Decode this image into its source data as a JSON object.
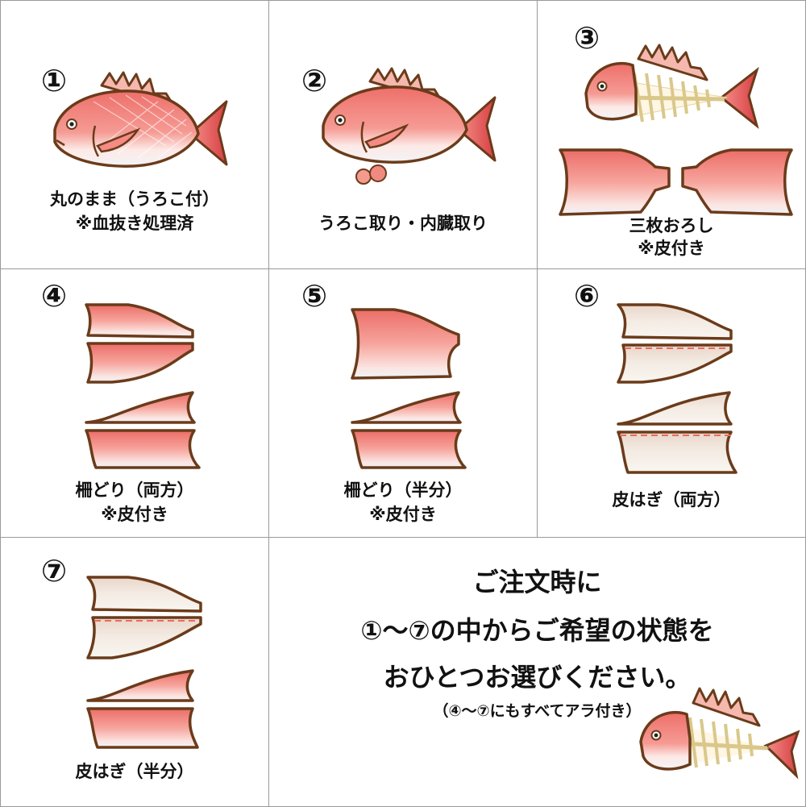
{
  "panels": [
    {
      "num": "①",
      "cap1": "丸のまま（うろこ付）",
      "cap2": "※血抜き処理済"
    },
    {
      "num": "②",
      "cap1": "うろこ取り・内臓取り",
      "cap2": ""
    },
    {
      "num": "③",
      "cap1": "三枚おろし",
      "cap2": "※皮付き"
    },
    {
      "num": "④",
      "cap1": "柵どり（両方）",
      "cap2": "※皮付き"
    },
    {
      "num": "⑤",
      "cap1": "柵どり（半分）",
      "cap2": "※皮付き"
    },
    {
      "num": "⑥",
      "cap1": "皮はぎ（両方）",
      "cap2": ""
    },
    {
      "num": "⑦",
      "cap1": "皮はぎ（半分）",
      "cap2": ""
    }
  ],
  "message": {
    "line1": "ご注文時に",
    "line2": "①〜⑦の中からご希望の状態を",
    "line3": "おひとつお選びください。",
    "line4": "（④〜⑦にもすべてアラ付き）"
  },
  "colors": {
    "fish_body": "#f07d77",
    "fish_belly": "#fbe7e5",
    "outline": "#6b3b1a",
    "skinless": "#f1e9e0",
    "bone": "#e7d9a6"
  }
}
